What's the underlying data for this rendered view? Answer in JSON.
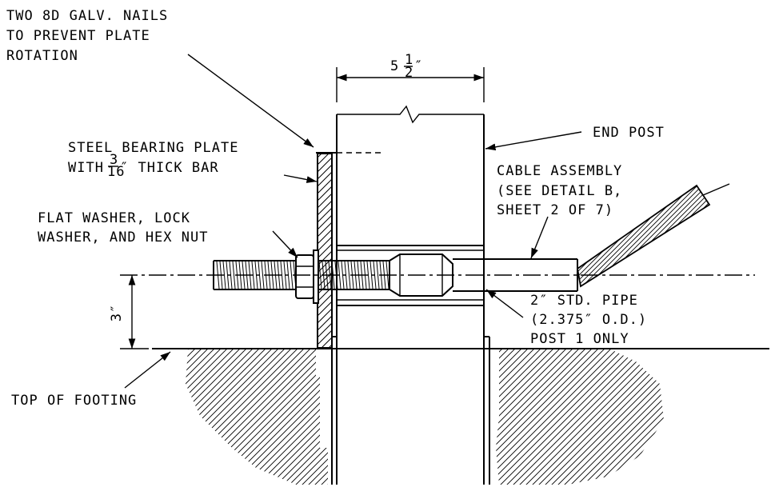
{
  "labels": {
    "nails_1": "TWO 8D GALV. NAILS",
    "nails_2": "TO PREVENT PLATE",
    "nails_3": "ROTATION",
    "dim_width_whole": "5",
    "dim_width_num": "1",
    "dim_width_den": "2",
    "dim_width_unit": "″",
    "end_post": "END POST",
    "plate_1": "STEEL BEARING PLATE",
    "plate_2_pre": "WITH",
    "plate_2_num": "3",
    "plate_2_den": "16",
    "plate_2_post": "″ THICK BAR",
    "cable_1": "CABLE ASSEMBLY",
    "cable_2": "(SEE DETAIL B,",
    "cable_3": "SHEET 2 OF 7)",
    "washer_1": "FLAT WASHER, LOCK",
    "washer_2": "WASHER, AND HEX NUT",
    "dim_height": "3″",
    "pipe_1": "2″ STD. PIPE",
    "pipe_2": "(2.375″ O.D.)",
    "pipe_3": "POST 1 ONLY",
    "footing": "TOP OF FOOTING"
  }
}
